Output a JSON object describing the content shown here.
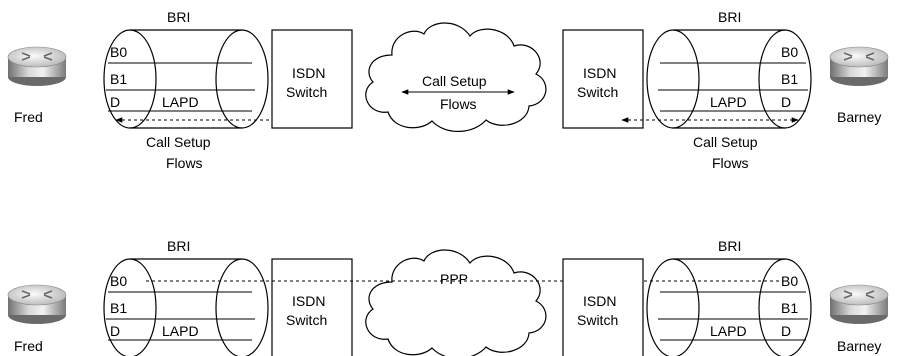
{
  "top": {
    "left_bri_label": "BRI",
    "right_bri_label": "BRI",
    "left_channels": [
      "B0",
      "B1",
      "D"
    ],
    "right_channels": [
      "B0",
      "B1",
      "D"
    ],
    "left_lapd": "LAPD",
    "right_lapd": "LAPD",
    "left_switch": [
      "ISDN",
      "Switch"
    ],
    "right_switch": [
      "ISDN",
      "Switch"
    ],
    "cloud_label": [
      "Call Setup",
      "Flows"
    ],
    "left_flow_label": [
      "Call Setup",
      "Flows"
    ],
    "right_flow_label": [
      "Call Setup",
      "Flows"
    ],
    "left_router": "Fred",
    "right_router": "Barney"
  },
  "bottom": {
    "left_bri_label": "BRI",
    "right_bri_label": "BRI",
    "left_channels": [
      "B0",
      "B1",
      "D"
    ],
    "right_channels": [
      "B0",
      "B1",
      "D"
    ],
    "left_lapd": "LAPD",
    "right_lapd": "LAPD",
    "left_switch": [
      "ISDN",
      "Switch"
    ],
    "right_switch": [
      "ISDN",
      "Switch"
    ],
    "cloud_label": "PPP",
    "left_router": "Fred",
    "right_router": "Barney"
  }
}
